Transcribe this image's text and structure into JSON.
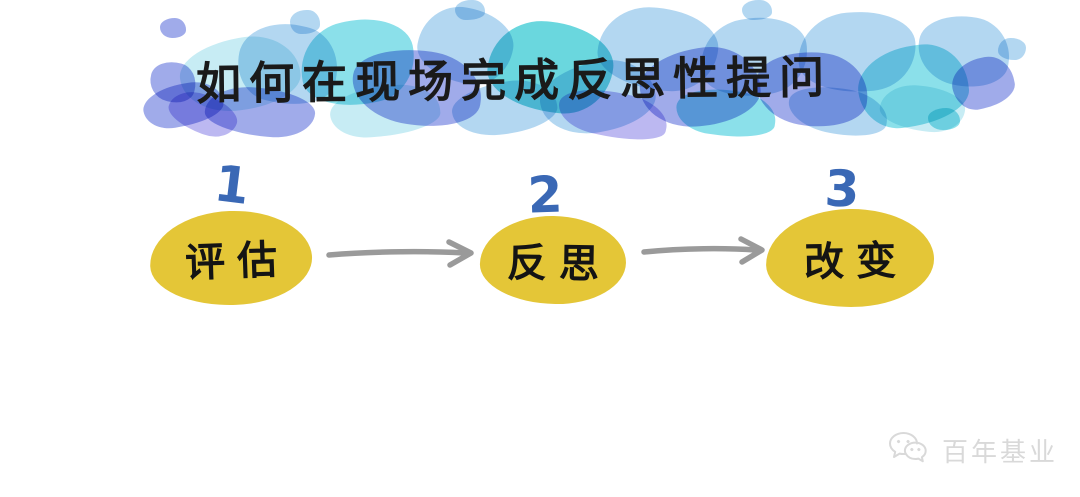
{
  "title": {
    "text": "如何在现场完成反思性提问"
  },
  "steps": [
    {
      "number": "1",
      "label": "评估"
    },
    {
      "number": "2",
      "label": "反思"
    },
    {
      "number": "3",
      "label": "改变"
    }
  ],
  "watermark": {
    "text": "百年基业"
  },
  "icons": {
    "flow_arrow": "right-arrow-icon",
    "watermark_logo": "wechat-icon"
  },
  "colors": {
    "ellipse_fill": "#e4c637",
    "step_number": "#3a68b5",
    "arrow": "#9a9a9a",
    "title_text": "#1a1a1a",
    "label_text": "#141414",
    "watermark_text": "#d9d9d9",
    "splash_palette": [
      "#a9d2f0",
      "#93a0e8",
      "#7bdce8",
      "#55d2da",
      "#bfeaf3",
      "#b3aef0"
    ]
  }
}
